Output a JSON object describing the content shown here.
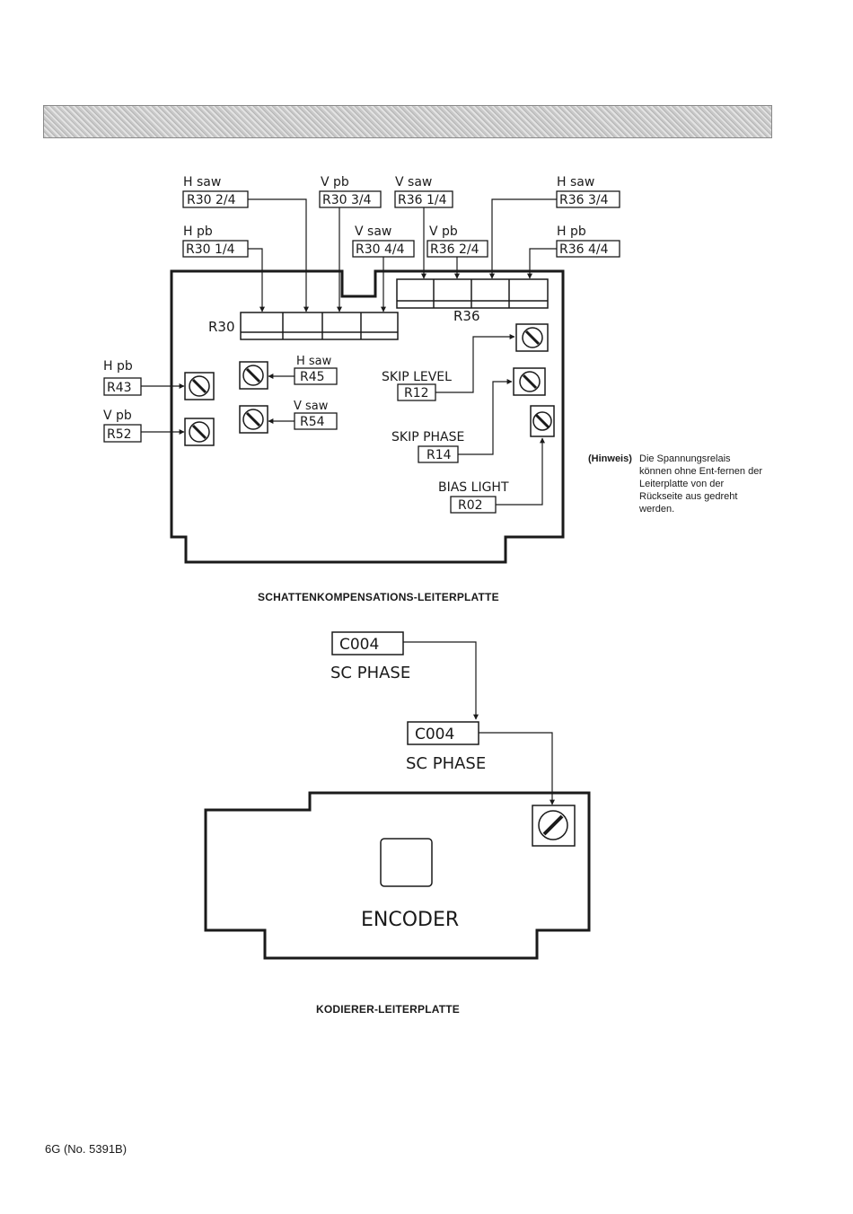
{
  "shading_board": {
    "groups": {
      "r30": "R30",
      "r36": "R36"
    },
    "controls": [
      {
        "id": "r30_24",
        "func": "H saw",
        "ref": "R30 2/4"
      },
      {
        "id": "r30_34",
        "func": "V pb",
        "ref": "R30 3/4"
      },
      {
        "id": "r36_14",
        "func": "V saw",
        "ref": "R36 1/4"
      },
      {
        "id": "r36_34",
        "func": "H saw",
        "ref": "R36 3/4"
      },
      {
        "id": "r30_14",
        "func": "H pb",
        "ref": "R30 1/4"
      },
      {
        "id": "r30_44",
        "func": "V saw",
        "ref": "R30 4/4"
      },
      {
        "id": "r36_24",
        "func": "V pb",
        "ref": "R36 2/4"
      },
      {
        "id": "r36_44",
        "func": "H pb",
        "ref": "R36 4/4"
      },
      {
        "id": "r43",
        "func": "H pb",
        "ref": "R43"
      },
      {
        "id": "r52",
        "func": "V pb",
        "ref": "R52"
      },
      {
        "id": "r45",
        "func": "H saw",
        "ref": "R45"
      },
      {
        "id": "r54",
        "func": "V saw",
        "ref": "R54"
      },
      {
        "id": "r12",
        "func": "SKIP LEVEL",
        "ref": "R12"
      },
      {
        "id": "r14",
        "func": "SKIP PHASE",
        "ref": "R14"
      },
      {
        "id": "r02",
        "func": "BIAS LIGHT",
        "ref": "R02"
      }
    ],
    "caption": "SCHATTENKOMPENSATIONS-LEITERPLATTE"
  },
  "note": {
    "label": "(Hinweis)",
    "text": "Die Spannungsrelais können ohne Ent-fernen der Leiterplatte von der Rückseite aus gedreht werden."
  },
  "encoder_board": {
    "ref_1": "C004",
    "func_1": "SC PHASE",
    "ref_2": "C004",
    "func_2": "SC PHASE",
    "board_label": "ENCODER",
    "caption": "KODIERER-LEITERPLATTE"
  },
  "footer": {
    "page_ref": "6G (No. 5391B)"
  }
}
